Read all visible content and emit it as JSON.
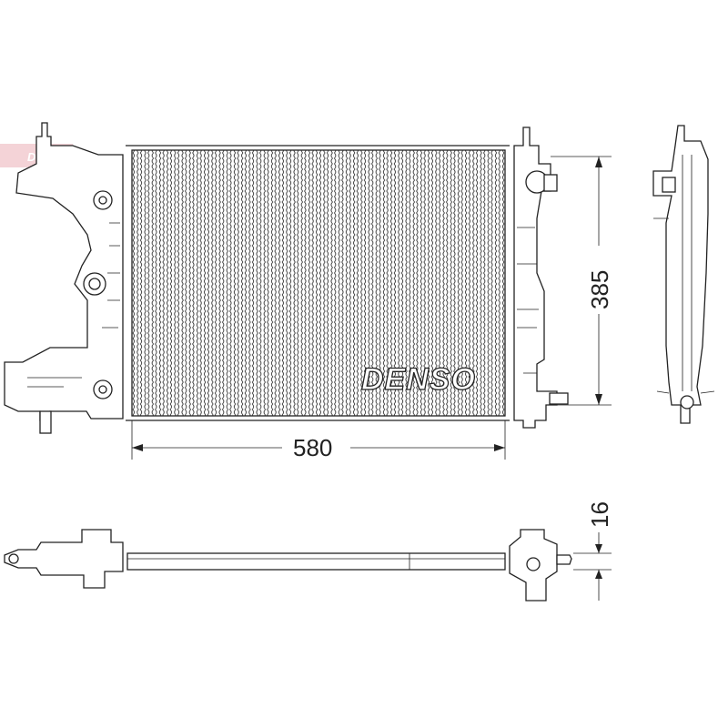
{
  "drawing": {
    "brand_label": "DENSO",
    "watermark_label": "DENSO",
    "dimensions": {
      "width": "580",
      "height": "385",
      "thickness": "16"
    }
  },
  "colors": {
    "line": "#222222",
    "watermark": "#e8a0a8"
  }
}
